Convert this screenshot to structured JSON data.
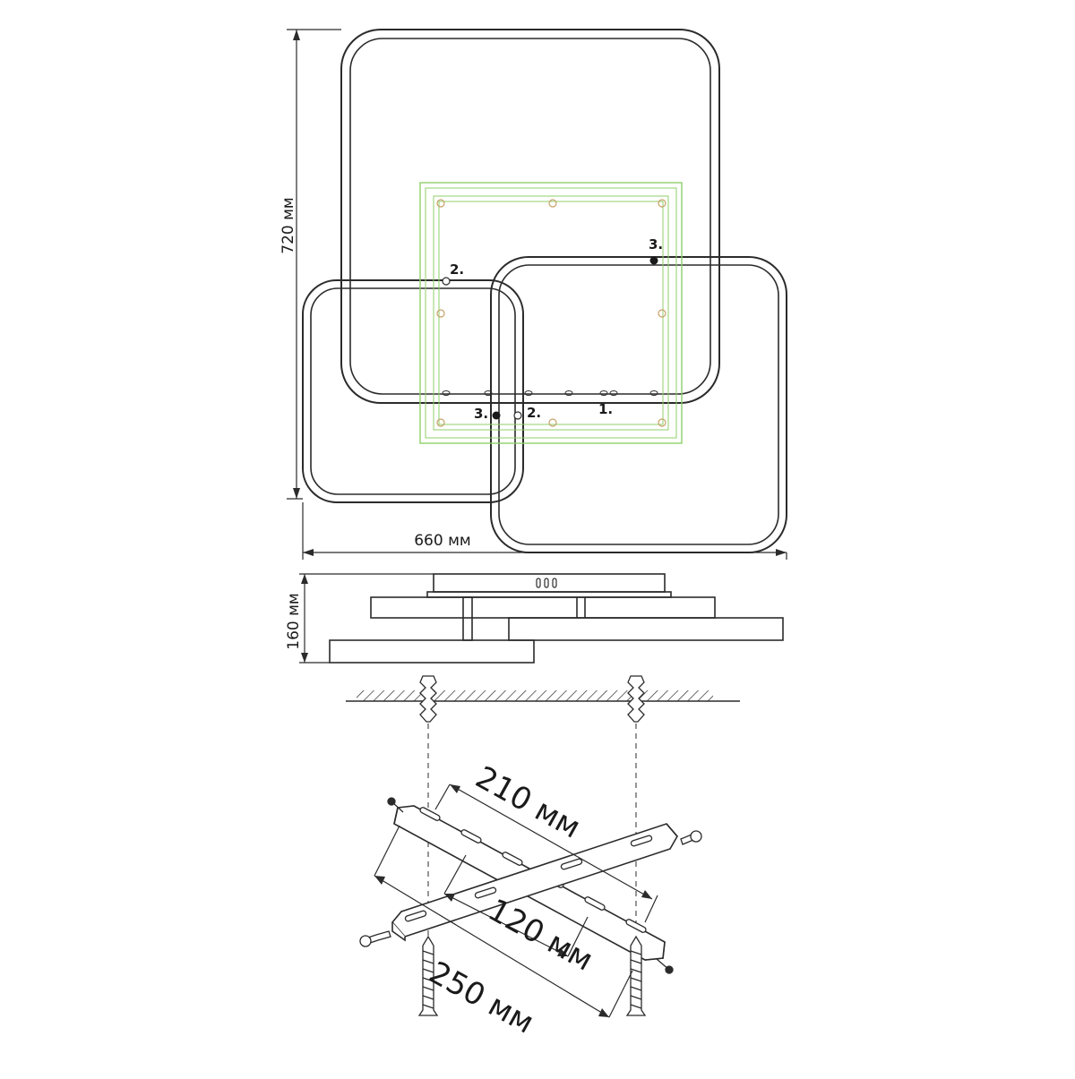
{
  "labels": {
    "height_top": "720 мм",
    "width_top": "660 мм",
    "height_side": "160 мм",
    "bracket_210": "210 мм",
    "bracket_120": "120 мм",
    "bracket_250": "250 мм"
  },
  "callouts": {
    "c1": "1.",
    "c2a": "2.",
    "c2b": "2.",
    "c3a": "3.",
    "c3b": "3."
  },
  "colors": {
    "line": "#2b2b2b",
    "base_plate": "#8fcf6a",
    "screw_hole": "#c8a068"
  }
}
